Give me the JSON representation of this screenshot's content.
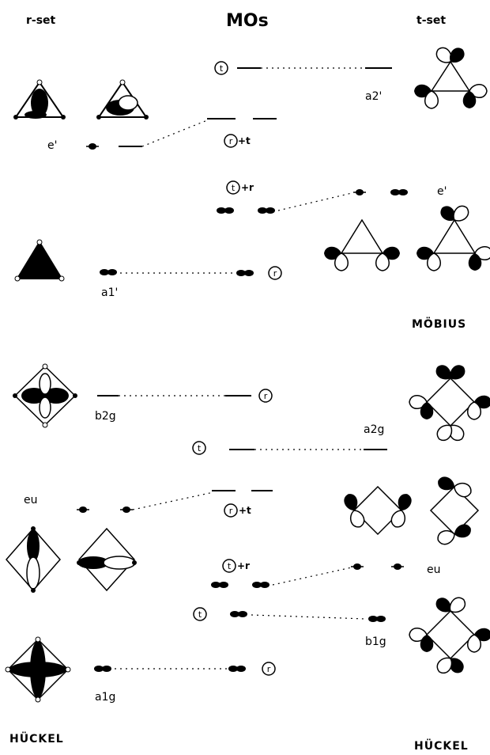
{
  "headers": {
    "r_set": "r-set",
    "mos": "MOs",
    "t_set": "t-set"
  },
  "sym_labels": {
    "e_prime_left": "e'",
    "a2_prime": "a2'",
    "e_prime_right": "e'",
    "a1_prime": "a1'",
    "b2g": "b2g",
    "a2g": "a2g",
    "eu_left": "eu",
    "eu_right": "eu",
    "b1g": "b1g",
    "a1g": "a1g"
  },
  "mo_tags": {
    "r": "r",
    "t": "t",
    "r_plus_t": "+t",
    "t_plus_r": "+r"
  },
  "footers": {
    "mobius": "MÖBIUS",
    "huckel_left": "HÜCKEL",
    "huckel_right": "HÜCKEL"
  },
  "colors": {
    "ink": "#000000",
    "paper": "#ffffff"
  }
}
